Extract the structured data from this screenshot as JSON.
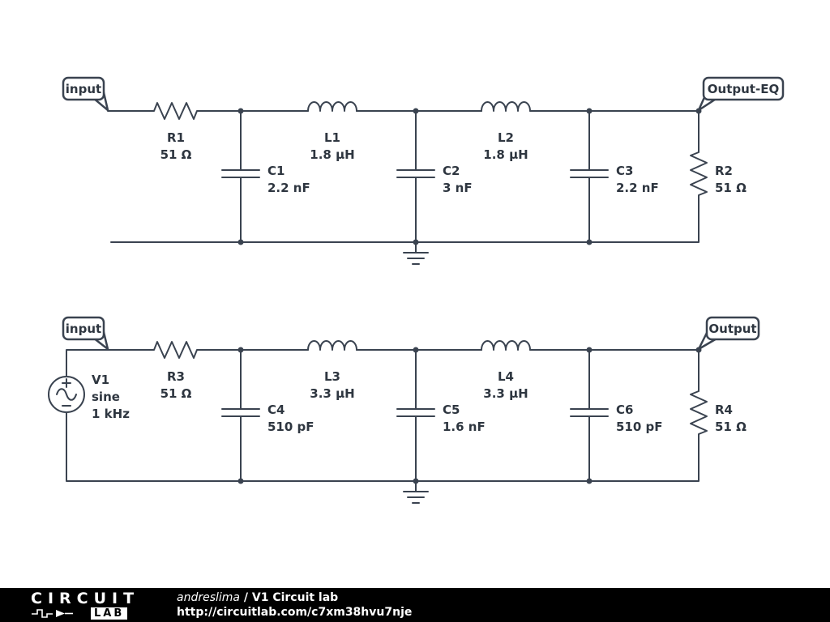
{
  "colors": {
    "line": "#3a4350",
    "label": "#2e3640",
    "footer_bg": "#000000"
  },
  "circuits": [
    {
      "input_flag": "input",
      "output_flag": "Output-EQ",
      "resistor_series": {
        "label": "R1",
        "value": "51 Ω"
      },
      "inductor1": {
        "label": "L1",
        "value": "1.8 µH"
      },
      "inductor2": {
        "label": "L2",
        "value": "1.8 µH"
      },
      "cap1": {
        "label": "C1",
        "value": "2.2 nF"
      },
      "cap2": {
        "label": "C2",
        "value": "3 nF"
      },
      "cap3": {
        "label": "C3",
        "value": "2.2 nF"
      },
      "resistor_load": {
        "label": "R2",
        "value": "51 Ω"
      }
    },
    {
      "input_flag": "input",
      "output_flag": "Output",
      "source": {
        "label": "V1",
        "waveform": "sine",
        "frequency": "1 kHz"
      },
      "resistor_series": {
        "label": "R3",
        "value": "51 Ω"
      },
      "inductor1": {
        "label": "L3",
        "value": "3.3 µH"
      },
      "inductor2": {
        "label": "L4",
        "value": "3.3 µH"
      },
      "cap1": {
        "label": "C4",
        "value": "510 pF"
      },
      "cap2": {
        "label": "C5",
        "value": "1.6 nF"
      },
      "cap3": {
        "label": "C6",
        "value": "510 pF"
      },
      "resistor_load": {
        "label": "R4",
        "value": "51 Ω"
      }
    }
  ],
  "footer": {
    "logo_word": "CIRCUIT",
    "logo_lab": "LAB",
    "author": "andreslima",
    "separator": " / ",
    "title": "V1 Circuit lab",
    "url": "http://circuitlab.com/c7xm38hvu7nje"
  }
}
